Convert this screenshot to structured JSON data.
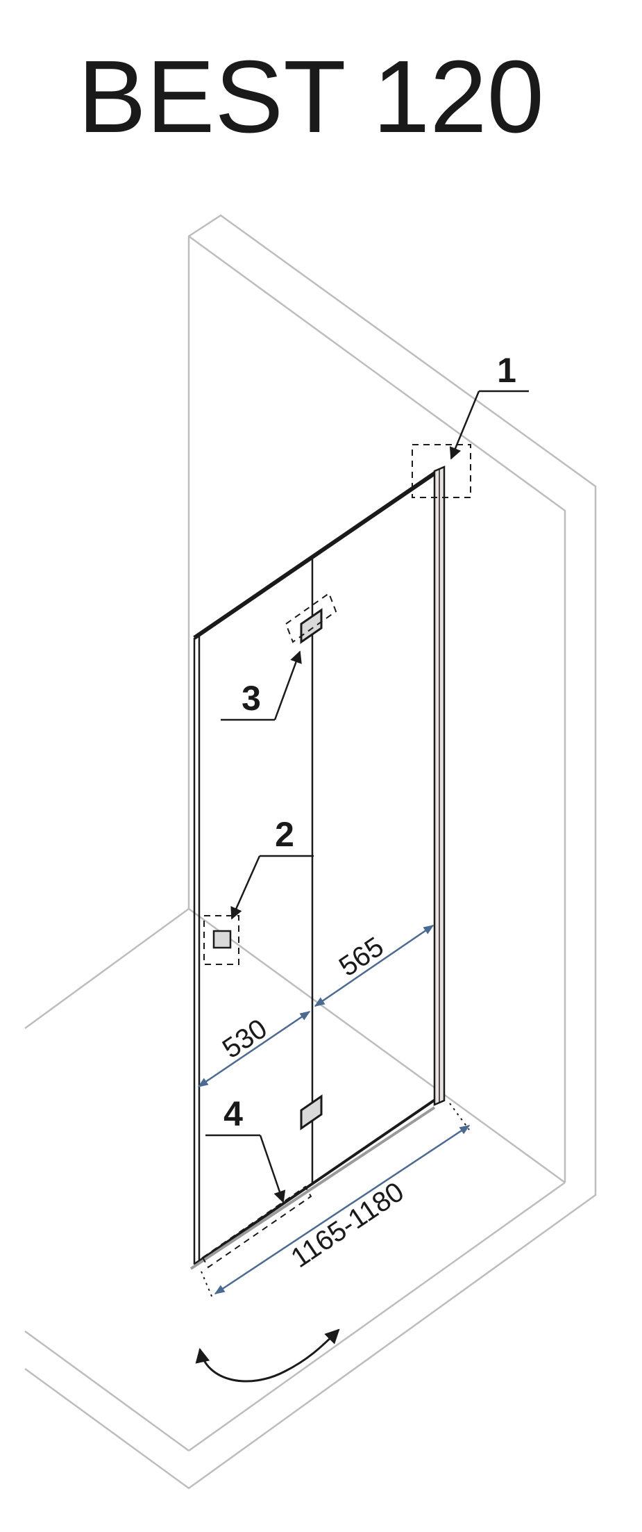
{
  "title": "BEST 120",
  "callouts": {
    "c1": "1",
    "c2": "2",
    "c3": "3",
    "c4": "4"
  },
  "dimensions": {
    "right_panel": "565",
    "left_panel": "530",
    "total_width": "1165-1180"
  },
  "colors": {
    "ink": "#1a1a1a",
    "room_lines": "#bdbdbd",
    "dimension_lines": "#4a6a92",
    "profile_fill": "#e8e2e2",
    "hardware_fill": "#d9d9d9"
  }
}
